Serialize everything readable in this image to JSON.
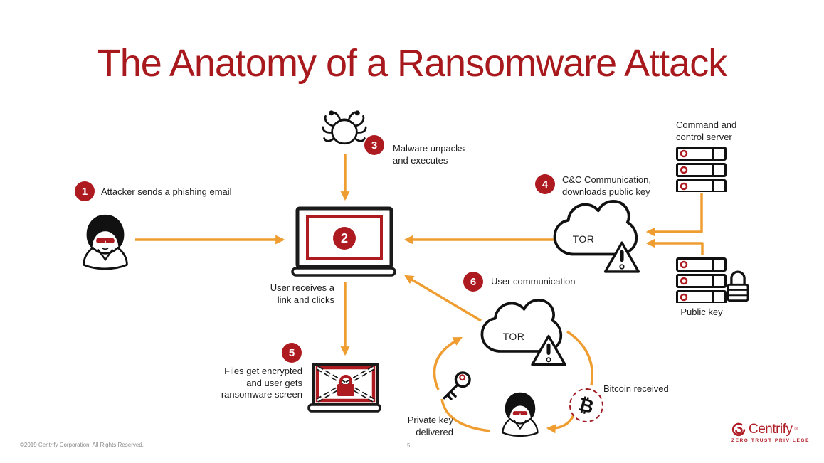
{
  "title": "The Anatomy of a Ransomware Attack",
  "steps": {
    "s1": {
      "num": "1",
      "label": "Attacker sends a phishing email"
    },
    "s2": {
      "num": "2",
      "label": ""
    },
    "s3": {
      "num": "3",
      "label": "Malware unpacks\nand executes"
    },
    "s4": {
      "num": "4",
      "label": "C&C Communication,\ndownloads public key"
    },
    "s5": {
      "num": "5",
      "label": "Files get encrypted\nand user gets\nransomware screen"
    },
    "s6": {
      "num": "6",
      "label": "User communication"
    }
  },
  "labels": {
    "user_receives": "User receives a\nlink and clicks",
    "command_server": "Command and\ncontrol server",
    "public_key": "Public key",
    "tor_upper": "TOR",
    "tor_lower": "TOR",
    "private_key": "Private key\ndelivered",
    "bitcoin_received": "Bitcoin received"
  },
  "icons": {
    "bitcoin_symbol": "₿"
  },
  "footer": {
    "copyright": "©2019 Centrify Corporation. All Rights Reserved.",
    "page_number": "5"
  },
  "logo": {
    "name": "Centrify",
    "registered_mark": "®",
    "tagline": "ZERO TRUST PRIVILEGE"
  },
  "colors": {
    "brand_red": "#AD1B21",
    "arrow_orange": "#EF9D31",
    "title_red": "#A8191E",
    "footer_gray": "#8c8c8c"
  }
}
